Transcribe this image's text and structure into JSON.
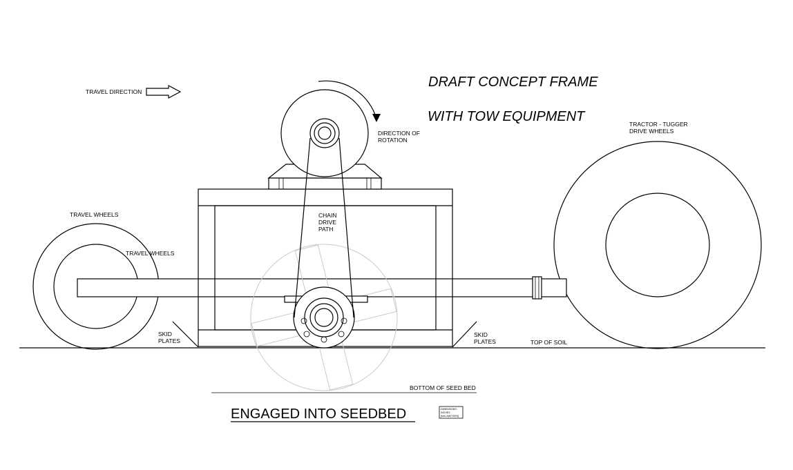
{
  "labels": {
    "title_line1": "DRAFT CONCEPT FRAME",
    "title_line2": "WITH TOW EQUIPMENT",
    "travel_direction": "TRAVEL DIRECTION",
    "direction_of_rotation": [
      "DIRECTION OF",
      "ROTATION"
    ],
    "tractor_tugger": [
      "TRACTOR - TUGGER",
      "DRIVE WHEELS"
    ],
    "travel_wheels_outer": "TRAVEL WHEELS",
    "travel_wheels_inner": "TRAVEL WHEELS",
    "chain_drive": [
      "CHAIN",
      "DRIVE",
      "PATH"
    ],
    "skid_plates_left": [
      "SKID",
      "PLATES"
    ],
    "skid_plates_right": [
      "SKID",
      "PLATES"
    ],
    "top_of_soil": "TOP OF SOIL",
    "bottom_of_seed_bed": "BOTTOM OF SEED BED",
    "caption": "ENGAGED INTO SEEDBED",
    "dimensions_note": [
      "DIMENSIONS:",
      "INCHES",
      "[MILLIMETERS]"
    ]
  }
}
